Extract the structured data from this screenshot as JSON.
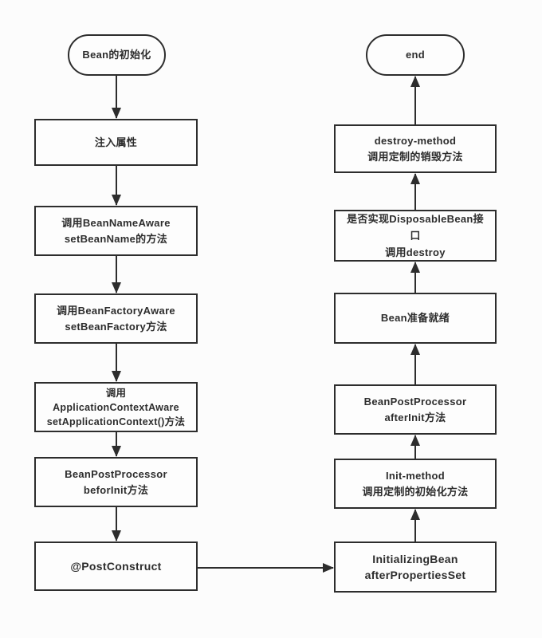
{
  "diagram": {
    "colors": {
      "line": "#2d2d2d",
      "text": "#2d2d2d",
      "node_background": "#fdfdfd",
      "page_background": "#fcfcfc"
    },
    "left_column": {
      "nodes": [
        {
          "id": "start",
          "shape": "rounded",
          "label": "Bean的初始化"
        },
        {
          "id": "inject-props",
          "shape": "rect",
          "label": "注入属性"
        },
        {
          "id": "bean-name-aware",
          "shape": "rect",
          "label": "调用BeanNameAware\nsetBeanName的方法"
        },
        {
          "id": "bean-factory-aware",
          "shape": "rect",
          "label": "调用BeanFactoryAware\nsetBeanFactory方法"
        },
        {
          "id": "app-context-aware",
          "shape": "rect",
          "label": "调用\nApplicationContextAware\nsetApplicationContext()方法"
        },
        {
          "id": "bpp-before-init",
          "shape": "rect",
          "label": "BeanPostProcessor\nbeforInit方法"
        },
        {
          "id": "post-construct",
          "shape": "rect",
          "label": "@PostConstruct"
        }
      ]
    },
    "right_column": {
      "nodes": [
        {
          "id": "end",
          "shape": "rounded",
          "label": "end"
        },
        {
          "id": "destroy-method",
          "shape": "rect",
          "label": "destroy-method\n调用定制的销毁方法"
        },
        {
          "id": "disposable-bean",
          "shape": "rect",
          "label": "是否实现DisposableBean接\n口\n调用destroy"
        },
        {
          "id": "bean-ready",
          "shape": "rect",
          "label": "Bean准备就绪"
        },
        {
          "id": "bpp-after-init",
          "shape": "rect",
          "label": "BeanPostProcessor\nafterInit方法"
        },
        {
          "id": "init-method",
          "shape": "rect",
          "label": "Init-method\n调用定制的初始化方法"
        },
        {
          "id": "initializing-bean",
          "shape": "rect",
          "label": "InitializingBean\nafterPropertiesSet"
        }
      ]
    },
    "edges": [
      {
        "from": "start",
        "to": "inject-props"
      },
      {
        "from": "inject-props",
        "to": "bean-name-aware"
      },
      {
        "from": "bean-name-aware",
        "to": "bean-factory-aware"
      },
      {
        "from": "bean-factory-aware",
        "to": "app-context-aware"
      },
      {
        "from": "app-context-aware",
        "to": "bpp-before-init"
      },
      {
        "from": "bpp-before-init",
        "to": "post-construct"
      },
      {
        "from": "post-construct",
        "to": "initializing-bean"
      },
      {
        "from": "initializing-bean",
        "to": "init-method"
      },
      {
        "from": "init-method",
        "to": "bpp-after-init"
      },
      {
        "from": "bpp-after-init",
        "to": "bean-ready"
      },
      {
        "from": "bean-ready",
        "to": "disposable-bean"
      },
      {
        "from": "disposable-bean",
        "to": "destroy-method"
      },
      {
        "from": "destroy-method",
        "to": "end"
      }
    ]
  }
}
